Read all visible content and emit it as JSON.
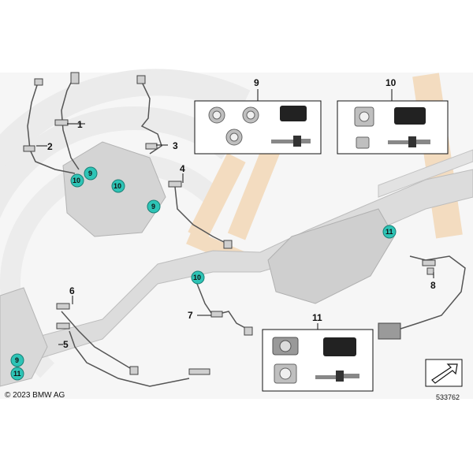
{
  "colors": {
    "badge_fill": "#2ec4b6",
    "watermark_gray": "#e4e4e4",
    "watermark_tan": "#f3dcc0",
    "part_gray": "#d9d9d9",
    "line": "#333333"
  },
  "callouts": {
    "c1": "1",
    "c2": "2",
    "c3": "3",
    "c4": "4",
    "c5": "5",
    "c6": "6",
    "c7": "7",
    "c8": "8"
  },
  "kits": {
    "k9": "9",
    "k10": "10",
    "k11": "11"
  },
  "badges": {
    "b9a": "9",
    "b10a": "10",
    "b10b": "10",
    "b9b": "9",
    "b11a": "11",
    "b10c": "10",
    "b9c": "9",
    "b11b": "11"
  },
  "footer": {
    "copyright": "© 2023 BMW AG",
    "drawing_number": "533762"
  },
  "icons": {
    "watermark": "bmw-watermark-arcs",
    "nav": "arrow-down-right-icon"
  }
}
